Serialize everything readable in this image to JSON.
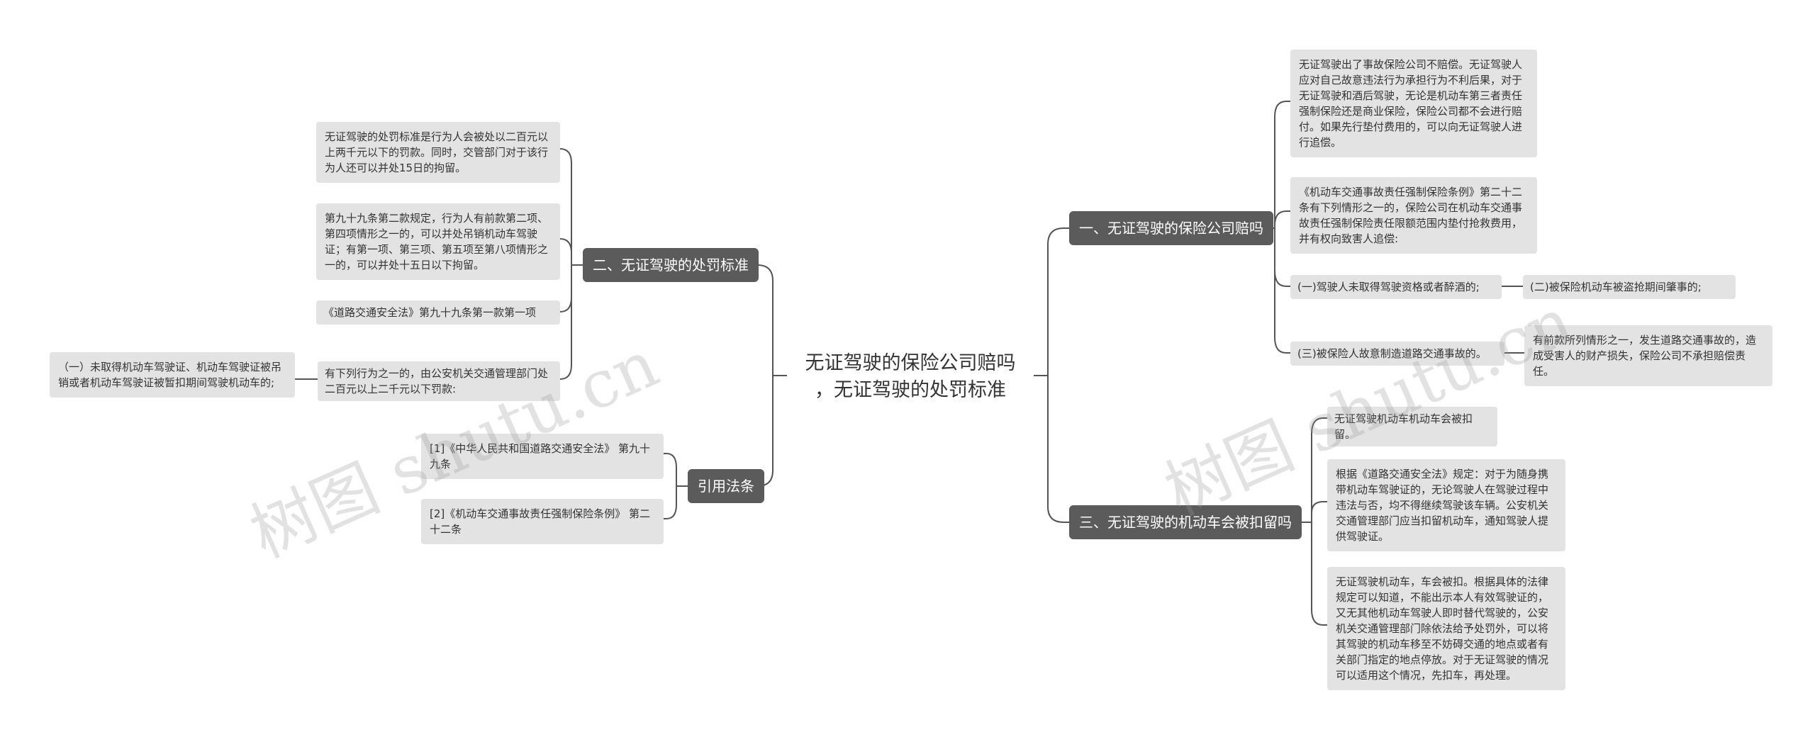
{
  "watermark": "树图 shutu.cn",
  "root": {
    "line1": "无证驾驶的保险公司赔吗",
    "line2": "，无证驾驶的处罚标准"
  },
  "branches": {
    "b1": "一、无证驾驶的保险公司赔吗",
    "b2": "二、无证驾驶的处罚标准",
    "b3": "三、无证驾驶的机动车会被扣留吗",
    "b4": "引用法条"
  },
  "leaves": {
    "r1a": "无证驾驶出了事故保险公司不赔偿。无证驾驶人应对自己故意违法行为承担行为不利后果，对于无证驾驶和酒后驾驶，无论是机动车第三者责任强制保险还是商业保险，保险公司都不会进行赔付。如果先行垫付费用的，可以向无证驾驶人进行追偿。",
    "r1b": "《机动车交通事故责任强制保险条例》第二十二条有下列情形之一的，保险公司在机动车交通事故责任强制保险责任限额范围内垫付抢救费用，并有权向致害人追偿:",
    "r1c": "(一)驾驶人未取得驾驶资格或者醉酒的;",
    "r1c1": "(二)被保险机动车被盗抢期间肇事的;",
    "r1d": "(三)被保险人故意制造道路交通事故的。",
    "r1d1": "有前款所列情形之一，发生道路交通事故的，造成受害人的财产损失，保险公司不承担赔偿责任。",
    "r3a": "无证驾驶机动车机动车会被扣留。",
    "r3b": "根据《道路交通安全法》规定：对于为随身携带机动车驾驶证的，无论驾驶人在驾驶过程中违法与否，均不得继续驾驶该车辆。公安机关交通管理部门应当扣留机动车，通知驾驶人提供驾驶证。",
    "r3c": "无证驾驶机动车，车会被扣。根据具体的法律规定可以知道，不能出示本人有效驾驶证的，又无其他机动车驾驶人即时替代驾驶的，公安机关交通管理部门除依法给予处罚外，可以将其驾驶的机动车移至不妨碍交通的地点或者有关部门指定的地点停放。对于无证驾驶的情况可以适用这个情况，先扣车，再处理。",
    "l2a": "无证驾驶的处罚标准是行为人会被处以二百元以上两千元以下的罚款。同时，交管部门对于该行为人还可以并处15日的拘留。",
    "l2b": "第九十九条第二款规定，行为人有前款第二项、第四项情形之一的，可以并处吊销机动车驾驶证；有第一项、第三项、第五项至第八项情形之一的，可以并处十五日以下拘留。",
    "l2c": "《道路交通安全法》第九十九条第一款第一项",
    "l2d": "有下列行为之一的，由公安机关交通管理部门处二百元以上二千元以下罚款:",
    "l2d1": "（一）未取得机动车驾驶证、机动车驾驶证被吊销或者机动车驾驶证被暂扣期间驾驶机动车的;",
    "l4a": "[1]《中华人民共和国道路交通安全法》 第九十九条",
    "l4b": "[2]《机动车交通事故责任强制保险条例》 第二十二条"
  },
  "colors": {
    "branch_bg": "#5b5b5b",
    "leaf_bg": "#e3e3e3",
    "line": "#555555",
    "text": "#333333"
  }
}
